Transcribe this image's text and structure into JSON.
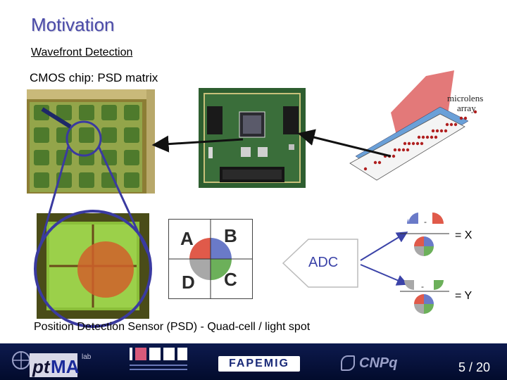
{
  "slide": {
    "title": "Motivation",
    "subtitle": "Wavefront Detection",
    "chip_label": "CMOS chip: PSD matrix",
    "caption": "Position Detection Sensor (PSD) - Quad-cell / light spot",
    "microlens_label_line1": "microlens",
    "microlens_label_line2": "array"
  },
  "quad_cell": {
    "letters": [
      "A",
      "B",
      "D",
      "C"
    ],
    "colors": {
      "red": "#e05a4a",
      "blue": "#6a7ac8",
      "green": "#6cb05a",
      "gray": "#a8a8a8"
    }
  },
  "adc": {
    "label": "ADC"
  },
  "formulas": {
    "x_label": "= X",
    "y_label": "= Y",
    "minus": "-"
  },
  "footer": {
    "ptma_text": "pt",
    "ptma_text2": "MA",
    "lab_text": "lab",
    "fapemig": "FAPEMIG",
    "cnpq": "CNPq",
    "page": "5 / 20"
  },
  "icons": {
    "arrow": "black-arrow-icon",
    "cnpq": "cnpq-logo-icon"
  }
}
